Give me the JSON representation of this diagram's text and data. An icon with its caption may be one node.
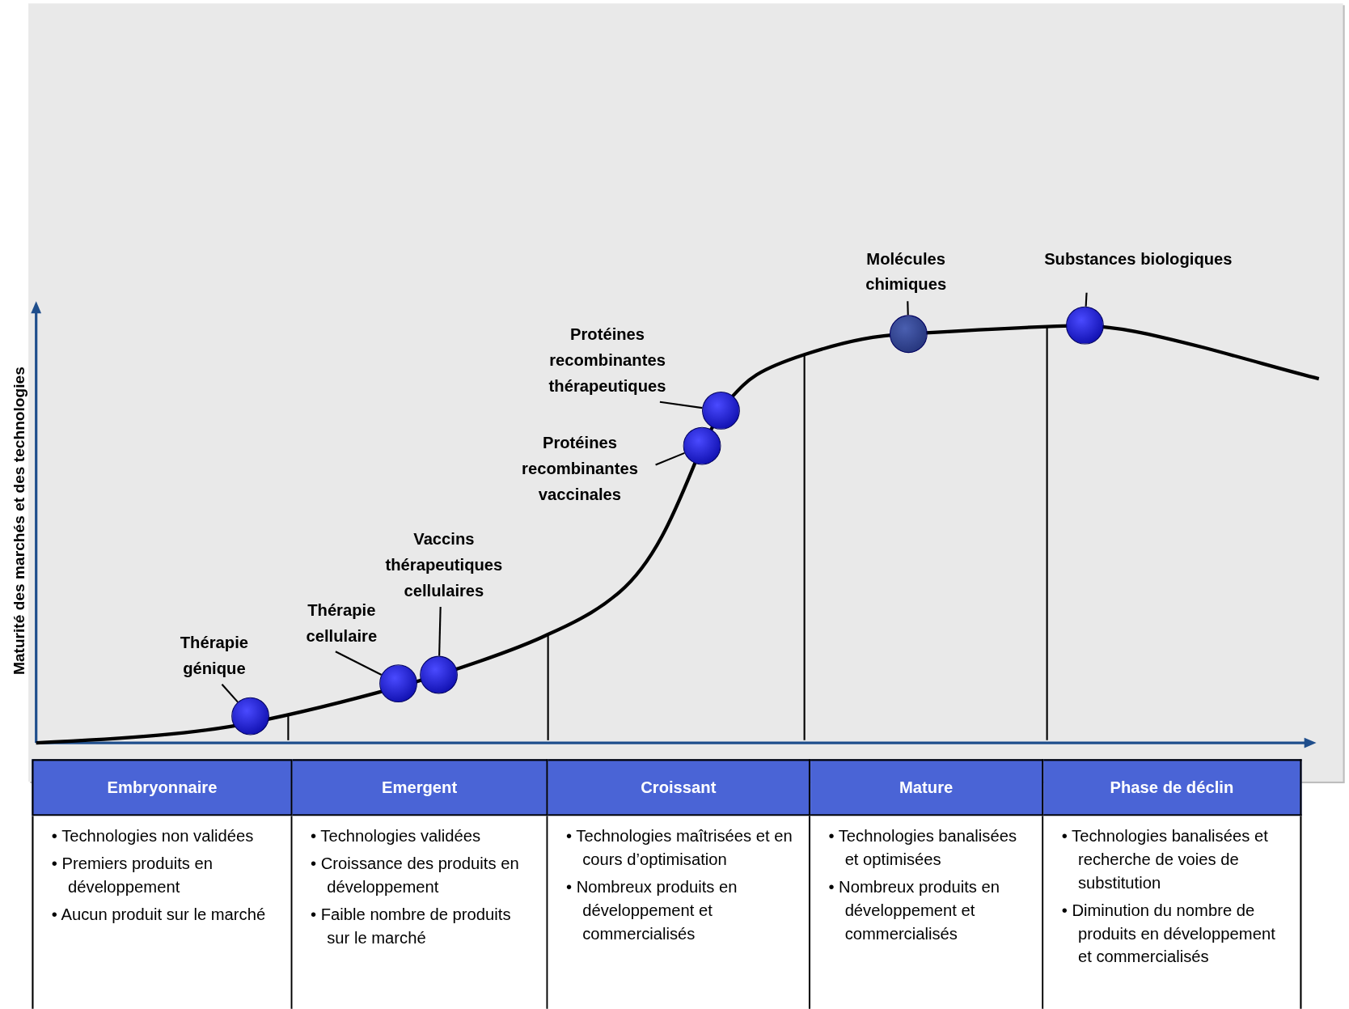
{
  "diagram": {
    "nodes": [
      {
        "text": [
          "Thérapie génique"
        ]
      },
      {
        "text": [],
        "shape": "circle"
      },
      {
        "text": [
          "Thérapie cellulaire"
        ]
      },
      {
        "text": [],
        "shape": "circle"
      },
      {
        "text": [
          "Vaccins thérapeutiques cellulaires"
        ]
      },
      {
        "text": [],
        "shape": "circle"
      },
      {
        "text": [
          "Protéines recombinantes vaccinales"
        ]
      },
      {
        "text": [],
        "shape": "circle"
      },
      {
        "text": [
          "Protéines recombinantes thérapeutiques"
        ]
      },
      {
        "text": [],
        "shape": "circle"
      },
      {
        "text": [
          "Molécules chimiques"
        ]
      },
      {
        "text": [],
        "shape": "circle"
      },
      {
        "text": [
          "Substances biologiques"
        ]
      },
      {
        "text": [],
        "shape": "circle"
      },
      {
        "text": [
          "Embryonnaire"
        ]
      },
      {
        "text": [
          "Emergent"
        ]
      },
      {
        "text": [
          "Croissant"
        ]
      },
      {
        "text": [
          "Mature"
        ]
      },
      {
        "text": [
          "Phase de déclin"
        ]
      },
      {
        "text": [
          "• Technologies non validées",
          "• Premiers produits en développement",
          "• Aucun produit sur le marché"
        ]
      },
      {
        "text": [
          "• Technologies validées",
          "• Croissance des produits en développement",
          "• Faible nombre de produits sur le marché"
        ]
      },
      {
        "text": [
          "• Technologies maîtrisées et en cours d’optimisation",
          "• Nombreux produits en développement et commercialisés"
        ]
      },
      {
        "text": [
          "• Technologies banalisées et optimisées",
          "• Nombreux produits en développement et commercialisés"
        ]
      },
      {
        "text": [
          "• Technologies banalisées et recherche de voies de substitution",
          "• Diminution du nombre de produits en développement et commercialisés"
        ]
      }
    ],
    "edges": [
      {
        "from": 0,
        "to": 1,
        "arrow": "none"
      },
      {
        "from": 2,
        "to": 3,
        "arrow": "none"
      },
      {
        "from": 4,
        "to": 5,
        "arrow": "none"
      },
      {
        "from": 6,
        "to": 7,
        "arrow": "none"
      },
      {
        "from": 8,
        "to": 9,
        "arrow": "none"
      },
      {
        "from": 10,
        "to": 11,
        "arrow": "none"
      },
      {
        "from": 12,
        "to": 13,
        "arrow": "none"
      }
    ],
    "labels": [
      "Maturité des marchés et des technologies"
    ]
  }
}
